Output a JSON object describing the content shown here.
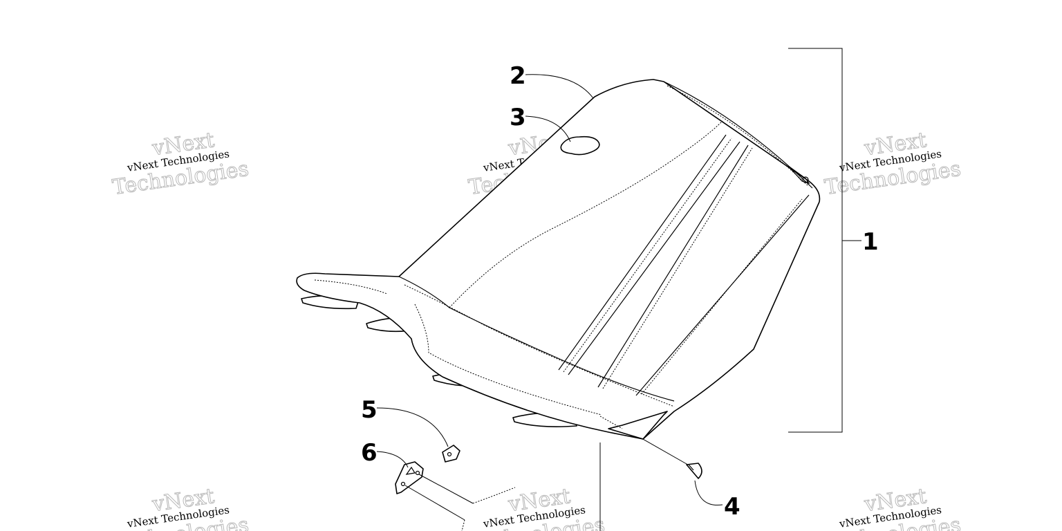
{
  "callouts": [
    {
      "id": "1",
      "label": "1"
    },
    {
      "id": "2",
      "label": "2"
    },
    {
      "id": "3",
      "label": "3"
    },
    {
      "id": "4",
      "label": "4"
    },
    {
      "id": "5",
      "label": "5"
    },
    {
      "id": "6",
      "label": "6"
    }
  ],
  "watermark": {
    "small": "vNext Technologies",
    "brand": "vNext",
    "big": "Technologies"
  }
}
